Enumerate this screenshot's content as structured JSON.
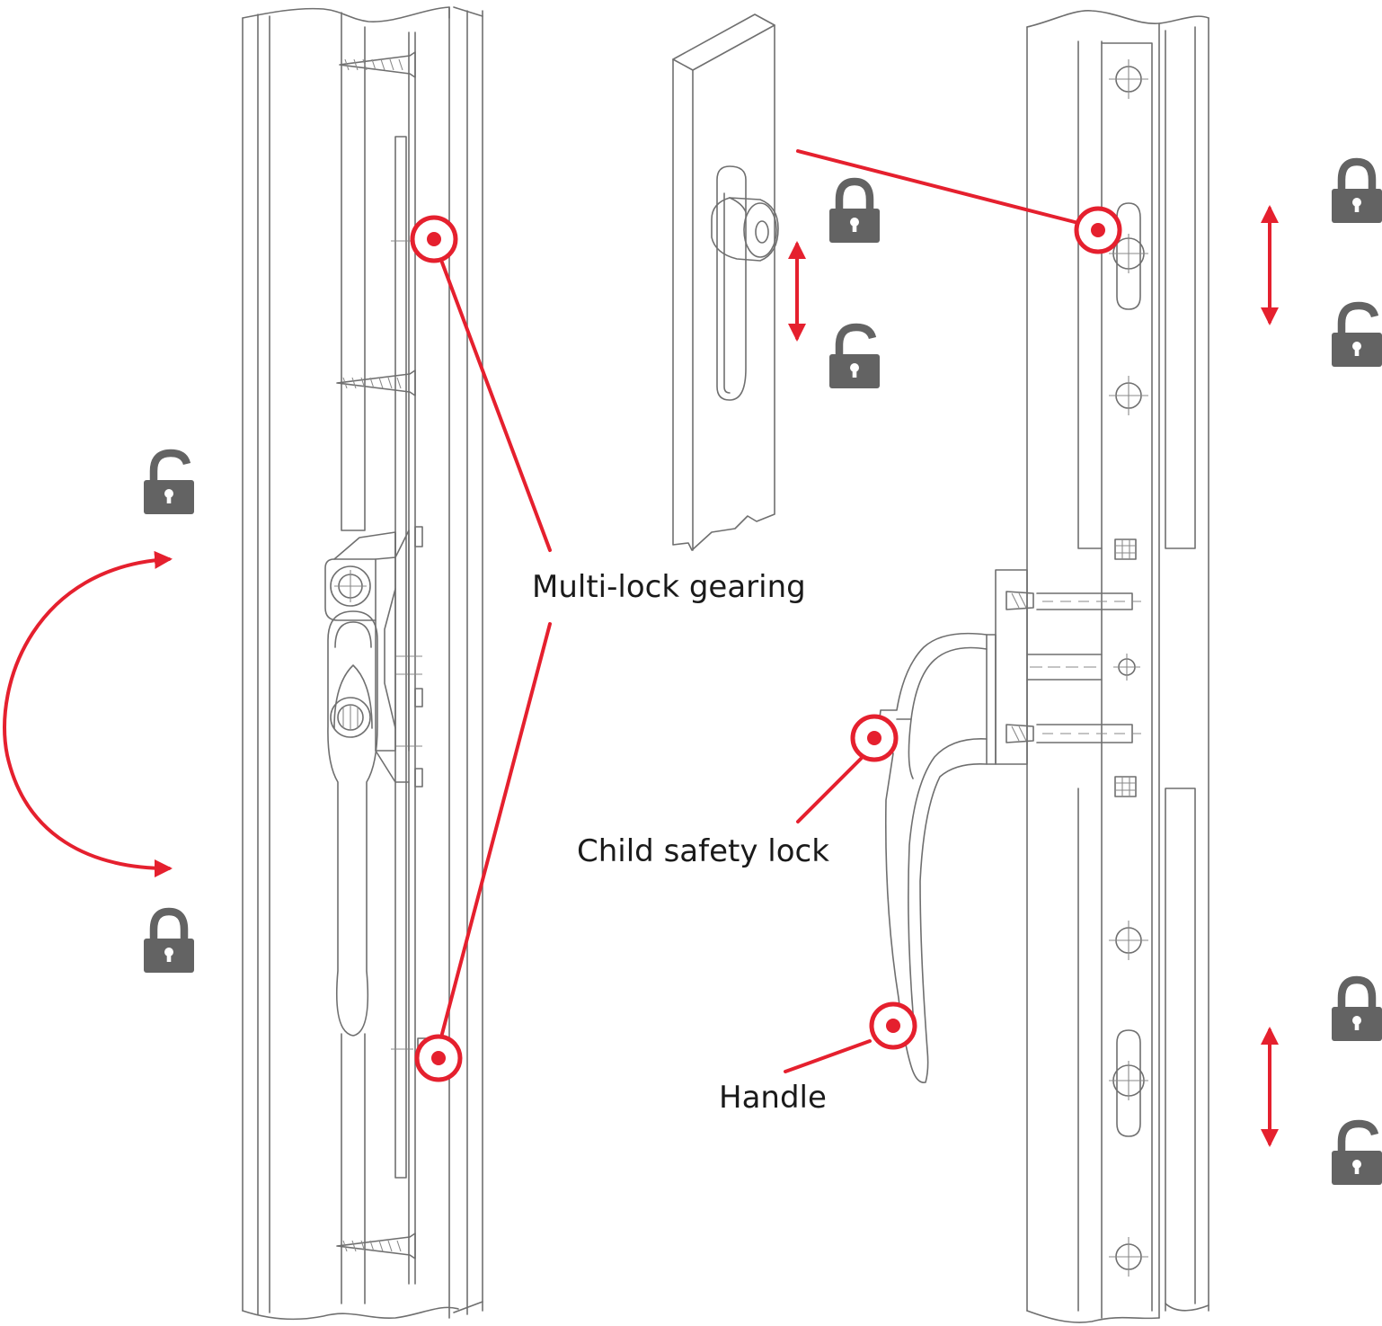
{
  "labels": {
    "multi_lock_gearing": "Multi-lock gearing",
    "child_safety_lock": "Child safety lock",
    "handle": "Handle"
  },
  "colors": {
    "accent_red": "#e5202e",
    "line_gray": "#6f6f6f",
    "lock_icon_gray": "#636363"
  },
  "icons": {
    "locked": "padlock-closed-icon",
    "unlocked": "padlock-open-icon",
    "rotate": "curved-double-arrow",
    "slide": "vertical-double-arrow"
  }
}
